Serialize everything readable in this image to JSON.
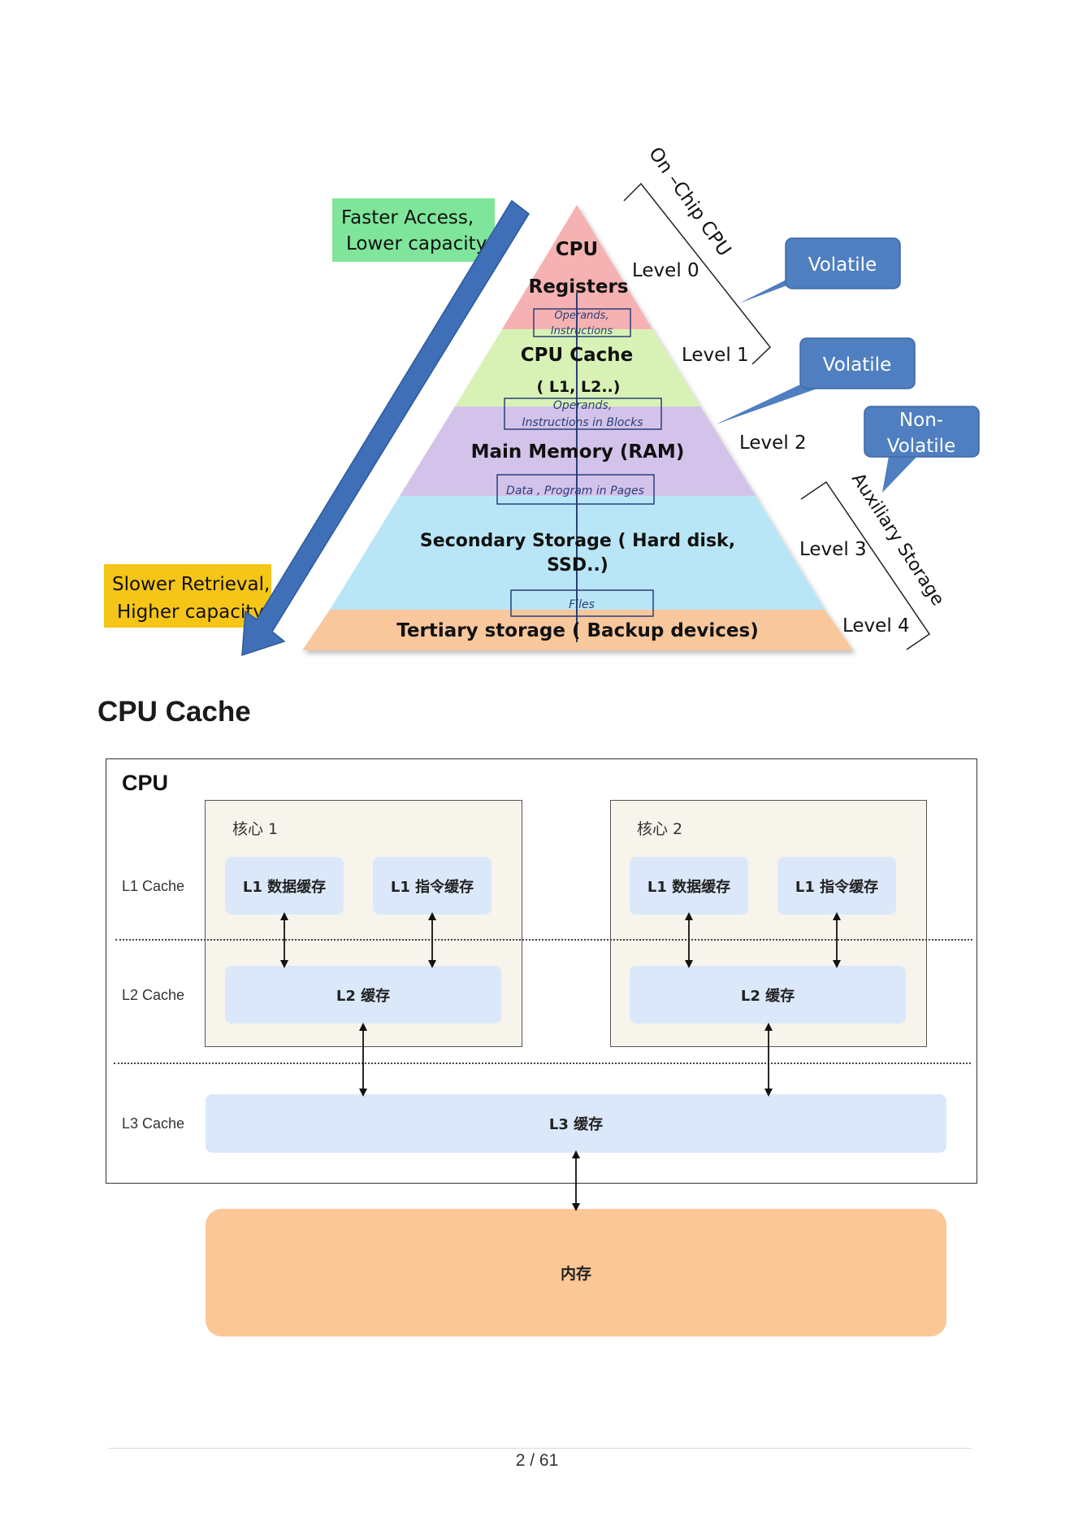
{
  "hierarchy": {
    "levels": [
      {
        "name": "CPU",
        "name2": "Registers",
        "level_label": "Level  0"
      },
      {
        "name": "CPU Cache",
        "name2": "( L1, L2..)",
        "level_label": "Level  1"
      },
      {
        "name": "Main Memory (RAM)",
        "level_label": "Level  2"
      },
      {
        "name": "Secondary Storage ( Hard disk,",
        "name2": "SSD..)",
        "level_label": "Level  3"
      },
      {
        "name": "Tertiary storage ( Backup devices)",
        "level_label": "Level  4"
      }
    ],
    "transfers": [
      {
        "line1": "Operands,",
        "line2": "Instructions"
      },
      {
        "line1": "Operands,",
        "line2": "Instructions in Blocks"
      },
      {
        "line1": "Data  , Program in  Pages"
      },
      {
        "line1": "Files"
      }
    ],
    "side_notes": {
      "fast_line1": "Faster Access,",
      "fast_line2": "Lower capacity",
      "slow_line1": "Slower Retrieval,",
      "slow_line2": "Higher capacity"
    },
    "brackets": {
      "on_chip": "On –Chip CPU",
      "auxiliary": "Auxiliary Storage"
    },
    "callouts": {
      "volatile_1": "Volatile",
      "volatile_2": "Volatile",
      "nonvolatile_line1": "Non-",
      "nonvolatile_line2": "Volatile"
    },
    "colors": {
      "registers": "#f6b2b2",
      "cache": "#d8f2b5",
      "ram": "#d3c3ea",
      "secondary": "#b9e6f6",
      "tertiary": "#f9c79c",
      "callout": "#4f7fc0",
      "arrow": "#3f6fb6",
      "fast_note": "#7fe59a",
      "slow_note": "#f5c518"
    }
  },
  "section": {
    "heading": "CPU Cache"
  },
  "cache_diagram": {
    "cpu_label": "CPU",
    "row_labels": {
      "l1": "L1 Cache",
      "l2": "L2 Cache",
      "l3": "L3 Cache"
    },
    "cores": [
      {
        "label": "核心 1",
        "l1_data": "L1 数据缓存",
        "l1_instr": "L1 指令缓存",
        "l2": "L2 缓存"
      },
      {
        "label": "核心 2",
        "l1_data": "L1 数据缓存",
        "l1_instr": "L1 指令缓存",
        "l2": "L2 缓存"
      }
    ],
    "l3": "L3 缓存",
    "memory": "内存",
    "colors": {
      "cache_block": "#dbe8fa",
      "core_bg": "#f7f4ec",
      "memory": "#fcc796"
    }
  },
  "footer": {
    "page_indicator": "2 / 61"
  }
}
